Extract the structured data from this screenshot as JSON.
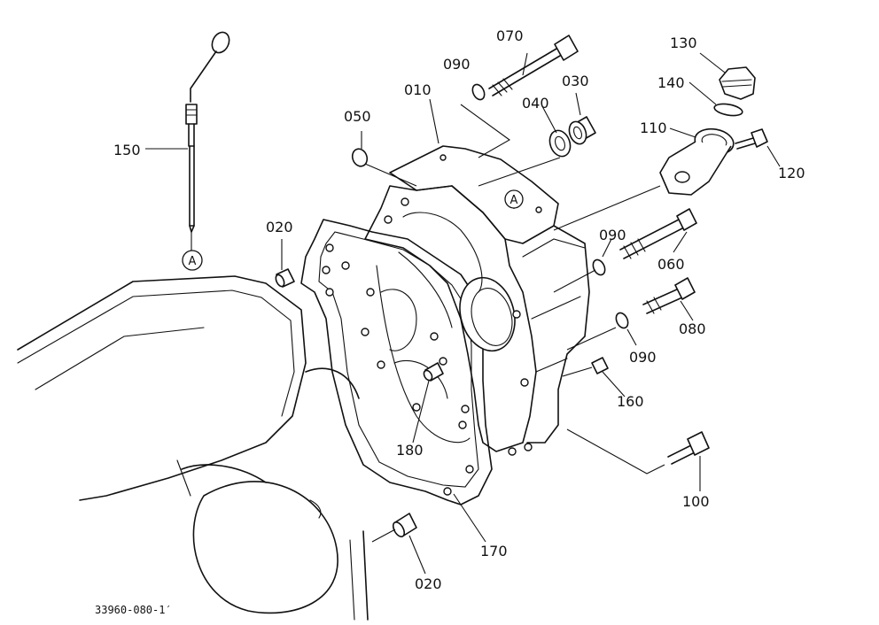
{
  "diagram": {
    "drawing_code": "33960-080-1′",
    "ref_marker": "A",
    "labels": {
      "p010": "010",
      "p020_top": "020",
      "p020_bottom": "020",
      "p030": "030",
      "p040": "040",
      "p050": "050",
      "p060": "060",
      "p070": "070",
      "p080": "080",
      "p090_top": "090",
      "p090_mid": "090",
      "p090_low": "090",
      "p100": "100",
      "p110": "110",
      "p120": "120",
      "p130": "130",
      "p140": "140",
      "p150": "150",
      "p160": "160",
      "p170": "170",
      "p180": "180"
    }
  }
}
